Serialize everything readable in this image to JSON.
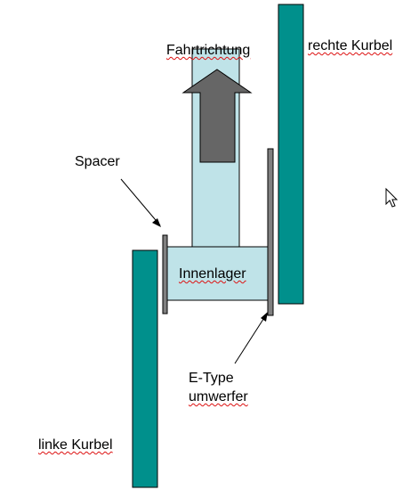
{
  "labels": {
    "direction": "Fahrtrichtung",
    "right_crank": "rechte Kurbel",
    "spacer": "Spacer",
    "bottom_bracket": "Innenlager",
    "derailleur_line1": "E-Type",
    "derailleur_line2": "umwerfer",
    "left_crank": "linke Kurbel"
  },
  "colors": {
    "crank": "#00908C",
    "light_cyan": "#BFE3E8",
    "arrow_fill": "#666666",
    "plate_gray": "#808080",
    "outline": "#000000",
    "spellcheck_underline": "#DD1111"
  },
  "icons": {
    "cursor": "mouse-pointer-icon"
  }
}
